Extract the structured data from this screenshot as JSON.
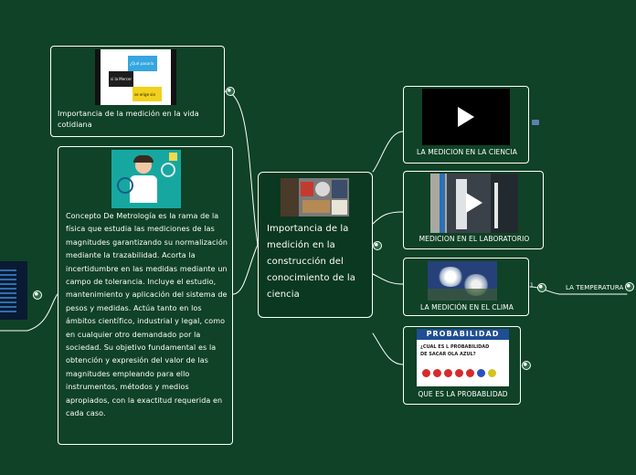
{
  "central": {
    "title": "Importancia de la medición  en la construcción del conocimiento de la ciencia"
  },
  "left_top": {
    "label": "Importancia de la medición en la vida cotidiana",
    "thumb_texts": [
      "¿Qué pasaría",
      "si la Mercer",
      "se erige sin"
    ]
  },
  "concepto": {
    "text": "Concepto  De Metrología es la rama de la física que estudia las mediciones de las magnitudes garantizando su normalización mediante la trazabilidad. Acorta la incertidumbre en las medidas mediante un campo de tolerancia. Incluye el estudio, mantenimiento y aplicación del sistema de pesos y medidas. Actúa tanto en los ámbitos científico, industrial y legal, como en cualquier otro demandado por la sociedad. Su objetivo fundamental es la obtención y expresión del valor de las magnitudes empleando para ello instrumentos, métodos y medios apropiados, con la exactitud requerida en cada caso."
  },
  "right_nodes": [
    {
      "label": "LA MEDICION EN LA CIENCIA"
    },
    {
      "label": "MEDICION EN EL LABORATORIO"
    },
    {
      "label": "LA MEDICIÓN EN EL CLIMA"
    },
    {
      "label": "QUE ES LA PROBABLIDAD"
    }
  ],
  "temperatura": {
    "label": "LA TEMPERATURA",
    "count": "1"
  },
  "probabilidad_thumb": {
    "heading": "PROBABILIDAD",
    "line1": "¿CUAL ES L PROBABILIDAD",
    "line2": "DE SACAR OLA AZUL?"
  },
  "colors": {
    "background": "#0f4226",
    "border": "#ffffff",
    "text": "#ffffff"
  },
  "icons": [
    "globe-icon",
    "play-icon",
    "subtitle-icon"
  ]
}
